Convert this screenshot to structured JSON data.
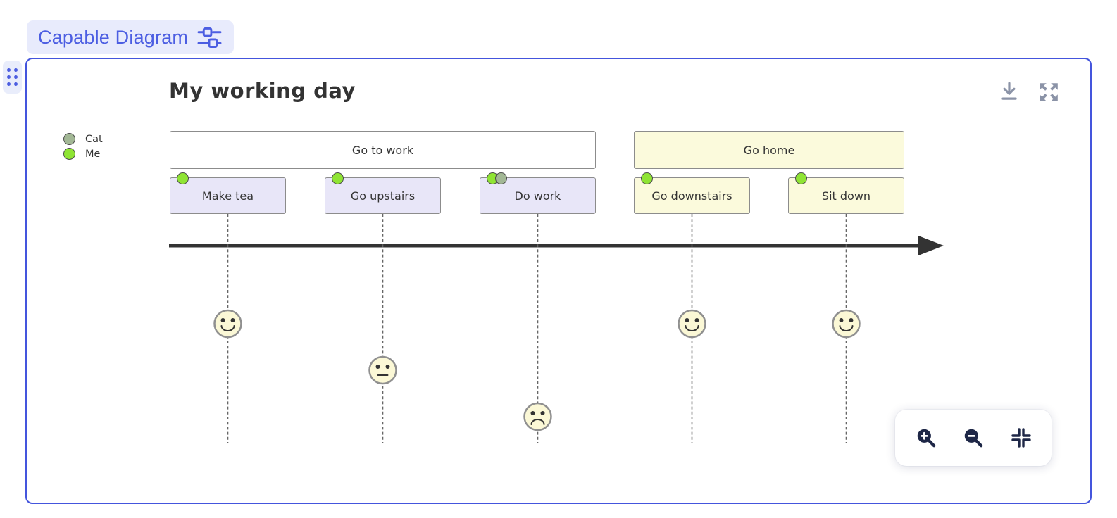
{
  "block": {
    "title": "Capable Diagram",
    "accent_color": "#4c5ee2",
    "accent_bg": "#e8ebfc",
    "icons": {
      "settings": "sliders-icon",
      "drag_handle": "drag-handle-dots"
    }
  },
  "canvas": {
    "border_color": "#4455dd",
    "top_toolbar": {
      "icon_color": "#8b93a7",
      "icons": {
        "download": "download-icon",
        "expand": "expand-arrows-icon"
      }
    },
    "zoom_toolbar": {
      "icon_color": "#1e2747",
      "icons": {
        "zoom_in": "zoom-in-icon",
        "zoom_out": "zoom-out-icon",
        "fit_view": "fit-view-icon"
      }
    }
  },
  "colors": {
    "diagram_text": "#333333",
    "box_border": "#8c8c8c",
    "face_fill": "#fbf8d6",
    "face_stroke": "#909090",
    "dashed_line": "#666666",
    "axis": "#333333",
    "actor_dot_border": "#4d4d4d"
  },
  "chart_data": {
    "type": "journey",
    "title": "My working day",
    "legend_position": "top-left",
    "score_range": [
      1,
      5
    ],
    "actors": [
      {
        "name": "Cat",
        "color": "#a2b795"
      },
      {
        "name": "Me",
        "color": "#8fe434"
      }
    ],
    "sections": [
      {
        "name": "Go to work",
        "section_fill": "#ffffff",
        "task_fill": "#e8e6f8",
        "tasks": [
          {
            "name": "Make tea",
            "score": 5,
            "face": "happy",
            "actors": [
              "Me"
            ]
          },
          {
            "name": "Go upstairs",
            "score": 3,
            "face": "neutral",
            "actors": [
              "Me"
            ]
          },
          {
            "name": "Do work",
            "score": 1,
            "face": "sad",
            "actors": [
              "Me",
              "Cat"
            ]
          }
        ]
      },
      {
        "name": "Go home",
        "section_fill": "#fbfadc",
        "task_fill": "#fbfadc",
        "tasks": [
          {
            "name": "Go downstairs",
            "score": 5,
            "face": "happy",
            "actors": [
              "Me"
            ]
          },
          {
            "name": "Sit down",
            "score": 5,
            "face": "happy",
            "actors": [
              "Me"
            ]
          }
        ]
      }
    ]
  }
}
